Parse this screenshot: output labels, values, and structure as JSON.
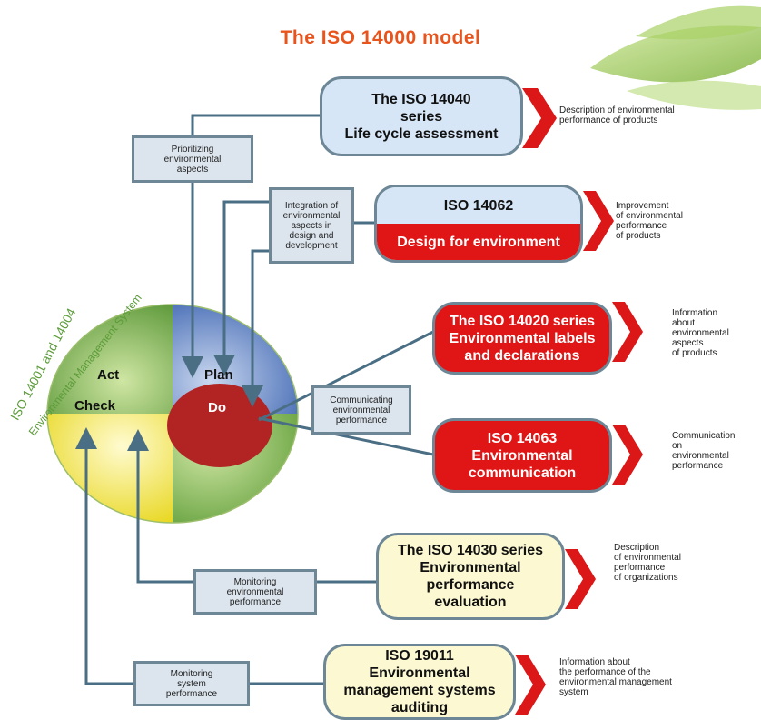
{
  "title": "The ISO 14000 model",
  "ems": {
    "arc_label_1": "ISO 14001 and 14004",
    "arc_label_2": "Environmental Management System",
    "act": "Act",
    "plan": "Plan",
    "check": "Check",
    "do": "Do"
  },
  "standards": [
    {
      "line1": "The ISO 14040",
      "line2": "series",
      "line3": "Life cycle assessment"
    },
    {
      "top": "ISO 14062",
      "bottom": "Design for environment"
    },
    {
      "line1": "The ISO 14020 series",
      "line2": "Environmental labels",
      "line3": "and declarations"
    },
    {
      "line1": "ISO 14063",
      "line2": "Environmental",
      "line3": "communication"
    },
    {
      "line1": "The ISO 14030 series",
      "line2": "Environmental",
      "line3": "performance",
      "line4": "evaluation"
    },
    {
      "line1": "ISO 19011",
      "line2": "Environmental",
      "line3": "management systems",
      "line4": "auditing"
    }
  ],
  "processes": {
    "prioritizing": [
      "Prioritizing",
      "environmental",
      "aspects"
    ],
    "integration": [
      "Integration of",
      "environmental",
      "aspects in",
      "design and",
      "development"
    ],
    "communicating": [
      "Communicating",
      "environmental",
      "performance"
    ],
    "monitoring_env": [
      "Monitoring",
      "environmental",
      "performance"
    ],
    "monitoring_sys": [
      "Monitoring",
      "system",
      "performance"
    ]
  },
  "descriptions": [
    [
      "Description of environmental",
      "performance of products"
    ],
    [
      "Improvement",
      "of environmental",
      "performance",
      "of products"
    ],
    [
      "Information",
      "about",
      "environmental",
      "aspects",
      "of products"
    ],
    [
      "Communication",
      "on",
      "environmental",
      "performance"
    ],
    [
      "Description",
      "of environmental",
      "performance",
      "of organizations"
    ],
    [
      "Information about",
      "the performance of the",
      "environmental management",
      "system"
    ]
  ],
  "colors": {
    "title": "#e8541c",
    "box_border": "#6d8797",
    "red": "#e01515",
    "blue_fill": "#d6e6f6",
    "yellow_fill": "#fbf8d2",
    "process_fill": "#dce5ee"
  }
}
